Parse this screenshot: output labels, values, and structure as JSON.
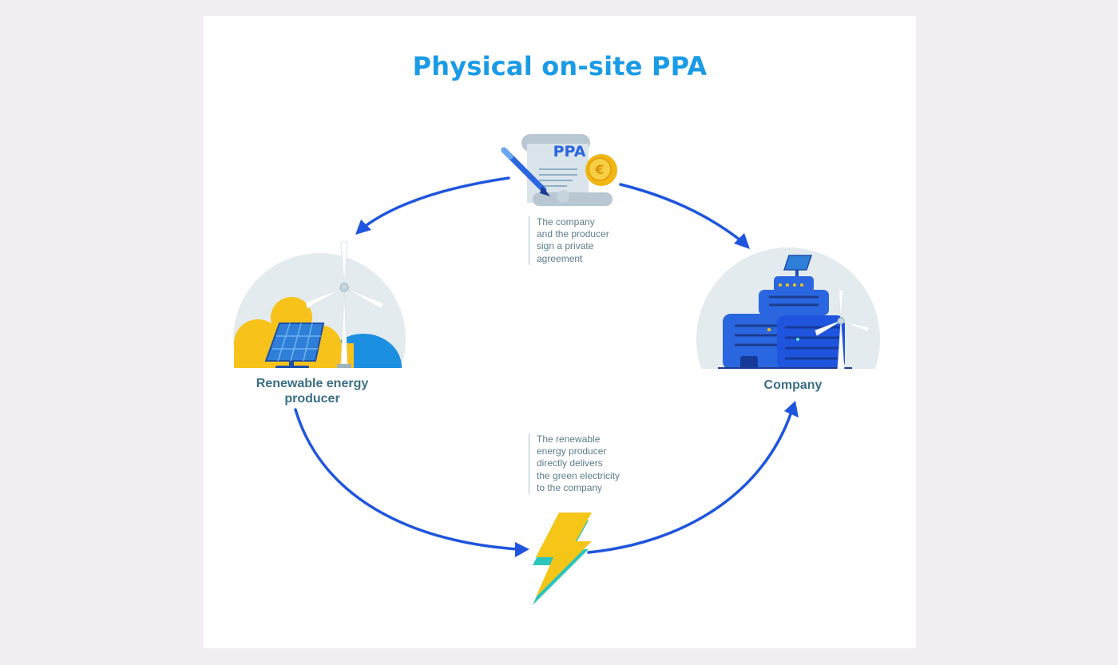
{
  "title": "Physical on-site PPA",
  "nodes": {
    "producer": {
      "label_lines": [
        "Renewable energy",
        "producer"
      ]
    },
    "company": {
      "label": "Company"
    }
  },
  "contract_badge": "PPA",
  "coin_symbol": "€",
  "notes": {
    "agreement": [
      "The company",
      "and the producer",
      "sign a private",
      "agreement"
    ],
    "delivery": [
      "The renewable",
      "energy producer",
      "directly delivers",
      "the green electricity",
      "to the company"
    ]
  },
  "colors": {
    "title": "#1a9be6",
    "arrow": "#1f55de",
    "label": "#3b6f86",
    "circle_bg": "#e4ebee",
    "solar_panel": "#2f7fd8",
    "sun_cloud": "#f7c21a",
    "lightning": "#f5c518",
    "lightning_shadow": "#2cc5b9",
    "building": "#2a66e0",
    "coin": "#f2b614"
  },
  "icons": [
    "contract-icon",
    "pen-icon",
    "euro-coin-icon",
    "solar-panel-icon",
    "wind-turbine-icon",
    "building-icon",
    "lightning-icon"
  ]
}
